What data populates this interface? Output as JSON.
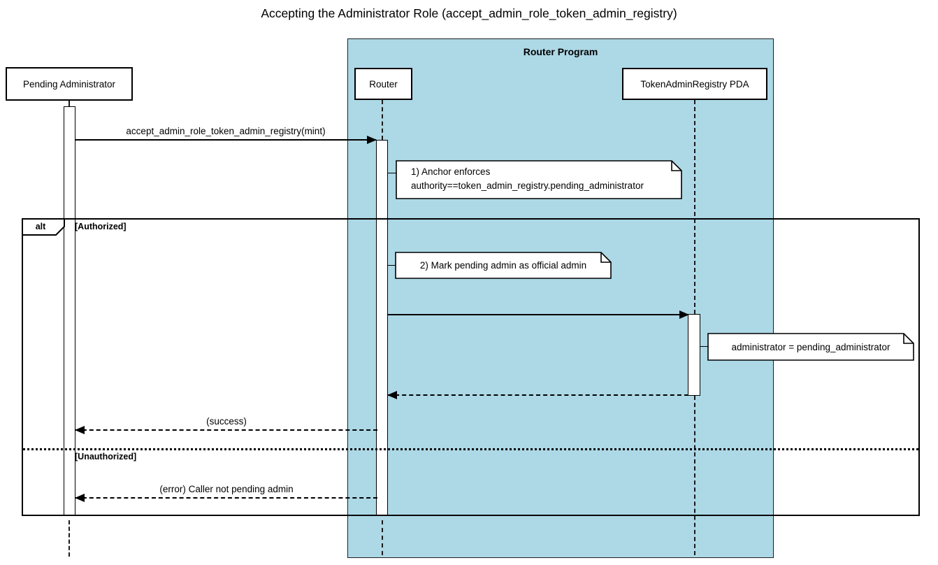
{
  "title": "Accepting the Administrator Role (accept_admin_role_token_admin_registry)",
  "diagram_type": "uml-sequence",
  "colors": {
    "program_box_fill": "#ADD8E6",
    "participant_fill": "#FFFFFF",
    "note_fill": "#FFFFFF",
    "line": "#000000"
  },
  "program_box": {
    "label": "Router Program"
  },
  "participants": {
    "pending_admin": {
      "label": "Pending Administrator"
    },
    "router": {
      "label": "Router"
    },
    "registry_pda": {
      "label": "TokenAdminRegistry PDA"
    }
  },
  "alt_frame": {
    "operator": "alt",
    "authorized_guard": "[Authorized]",
    "unauthorized_guard": "[Unauthorized]"
  },
  "messages": {
    "accept_call": {
      "label": "accept_admin_role_token_admin_registry(mint)",
      "style": "solid",
      "from": "pending_admin",
      "to": "router"
    },
    "router_to_pda": {
      "label": "",
      "style": "solid",
      "from": "router",
      "to": "registry_pda"
    },
    "pda_return": {
      "label": "",
      "style": "dashed",
      "from": "registry_pda",
      "to": "router"
    },
    "success_return": {
      "label": "(success)",
      "style": "dashed",
      "from": "router",
      "to": "pending_admin"
    },
    "error_return": {
      "label": "(error) Caller not pending admin",
      "style": "dashed",
      "from": "router",
      "to": "pending_admin"
    }
  },
  "notes": {
    "anchor_enforces": {
      "line1": "1) Anchor enforces",
      "line2": "authority==token_admin_registry.pending_administrator"
    },
    "mark_admin": {
      "text": "2) Mark pending admin as official admin"
    },
    "assign_admin": {
      "text": "administrator = pending_administrator"
    }
  }
}
